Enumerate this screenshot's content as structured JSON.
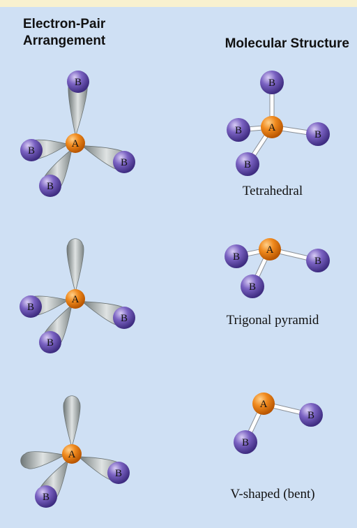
{
  "headers": {
    "left_line1": "Electron-Pair",
    "left_line2": "Arrangement",
    "right": "Molecular Structure"
  },
  "colors": {
    "background": "#cfe0f4",
    "central_atom": "#f08a1e",
    "outer_atom": "#7a62c2",
    "lone_pair_lobe": "#9aa0a0",
    "bond": "#ffffff"
  },
  "atom_labels": {
    "central": "A",
    "outer": "B"
  },
  "rows": [
    {
      "caption": "Tetrahedral",
      "bonded_atoms": 4,
      "lone_pairs": 0
    },
    {
      "caption": "Trigonal pyramid",
      "bonded_atoms": 3,
      "lone_pairs": 1
    },
    {
      "caption": "V-shaped (bent)",
      "bonded_atoms": 2,
      "lone_pairs": 2
    }
  ]
}
